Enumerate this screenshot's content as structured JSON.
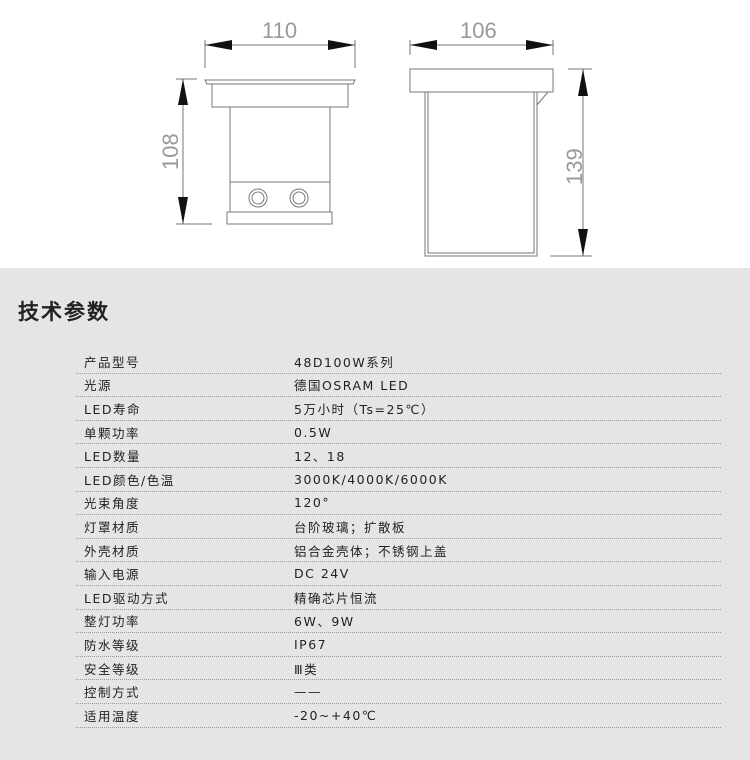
{
  "drawing": {
    "front_width": "110",
    "front_height": "108",
    "side_width": "106",
    "side_height": "139"
  },
  "title": "技术参数",
  "specs": [
    {
      "k": "产品型号",
      "v": "48D100W系列"
    },
    {
      "k": "光源",
      "v": "德国OSRAM LED"
    },
    {
      "k": "LED寿命",
      "v": "5万小时（Ts=25℃）"
    },
    {
      "k": "单颗功率",
      "v": "0.5W"
    },
    {
      "k": "LED数量",
      "v": "12、18"
    },
    {
      "k": "LED颜色/色温",
      "v": "3000K/4000K/6000K"
    },
    {
      "k": "光束角度",
      "v": "120°"
    },
    {
      "k": "灯罩材质",
      "v": "台阶玻璃；扩散板"
    },
    {
      "k": "外壳材质",
      "v": "铝合金壳体；不锈钢上盖"
    },
    {
      "k": "输入电源",
      "v": "DC 24V"
    },
    {
      "k": "LED驱动方式",
      "v": "精确芯片恒流"
    },
    {
      "k": "整灯功率",
      "v": "6W、9W"
    },
    {
      "k": "防水等级",
      "v": "IP67"
    },
    {
      "k": "安全等级",
      "v": "Ⅲ类"
    },
    {
      "k": "控制方式",
      "v": "——"
    },
    {
      "k": "适用温度",
      "v": "-20~+40℃"
    }
  ]
}
